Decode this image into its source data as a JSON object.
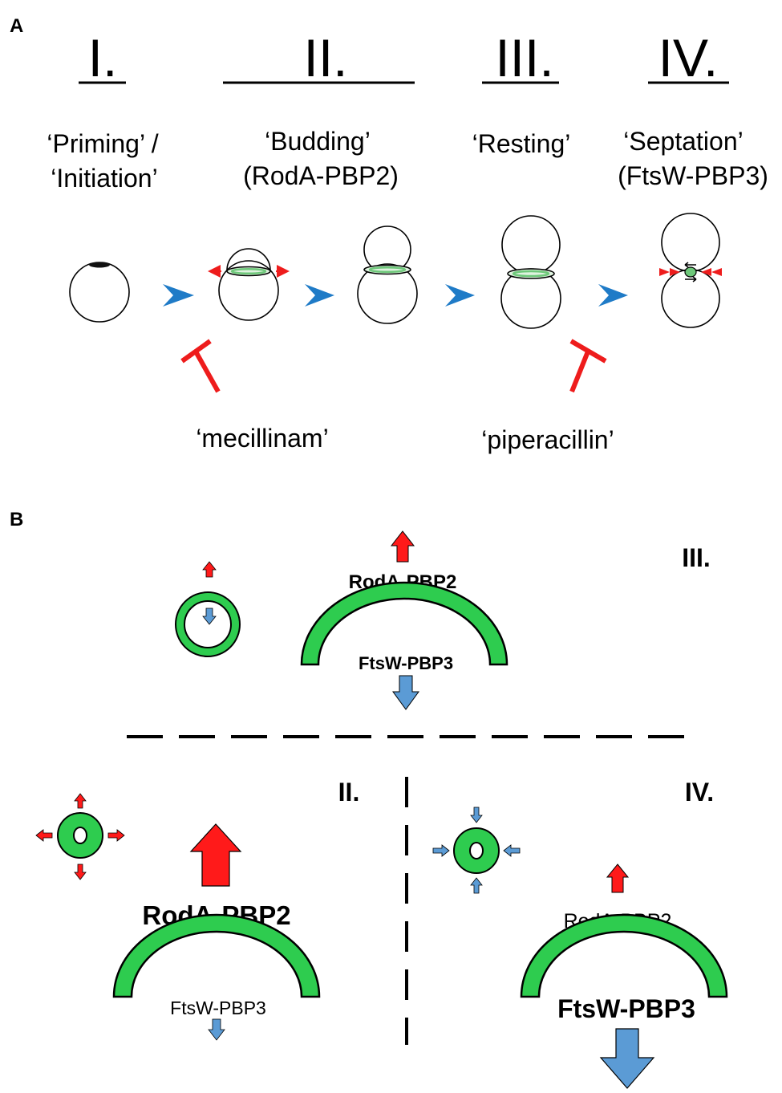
{
  "panel_a": {
    "label": "A",
    "stages": [
      {
        "numeral": "I.",
        "line1": "‘Priming’ /",
        "line2": "‘Initiation’"
      },
      {
        "numeral": "II.",
        "line1": "‘Budding’",
        "line2": "(RodA-PBP2)"
      },
      {
        "numeral": "III.",
        "line1": "‘Resting’",
        "line2": ""
      },
      {
        "numeral": "IV.",
        "line1": "‘Septation’",
        "line2": "(FtsW-PBP3)"
      }
    ],
    "inhibitors": [
      "‘mecillinam’",
      "‘piperacillin’"
    ],
    "colors": {
      "arrow": "#1f7bc7",
      "inhibit": "#ee1c1c",
      "ring": "#6ec87a"
    }
  },
  "panel_b": {
    "label": "B",
    "quadrants": [
      {
        "numeral": "III.",
        "top_label": "RodA-PBP2",
        "bottom_label": "FtsW-PBP3"
      },
      {
        "numeral": "II.",
        "top_label": "RodA-PBP2",
        "bottom_label": "FtsW-PBP3"
      },
      {
        "numeral": "IV.",
        "top_label": "RodA-PBP2",
        "bottom_label": "FtsW-PBP3"
      }
    ],
    "colors": {
      "green": "#2ecc4f",
      "red": "#ff1a1a",
      "blue": "#5b9bd5"
    }
  }
}
